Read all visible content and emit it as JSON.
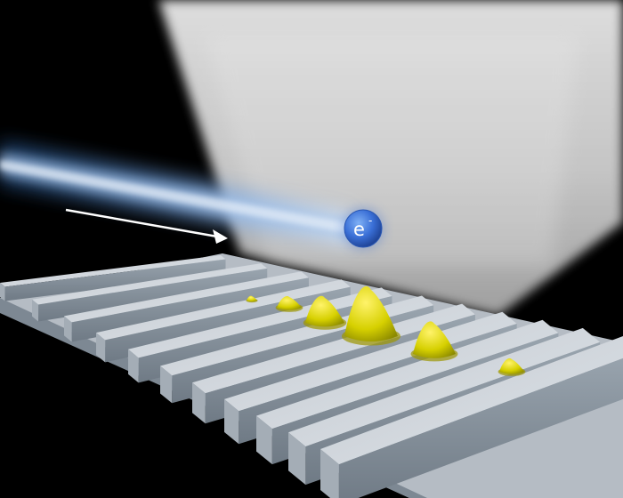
{
  "electron": {
    "symbol": "e",
    "charge": "-",
    "color": "#3a6fd6",
    "label_color": "#ffffff"
  },
  "colors": {
    "background": "#000000",
    "light_cone": "#cfcfcf",
    "beam": "#5a8fd0",
    "grating_top": "#d8dde3",
    "grating_side": "#8e99a4",
    "wave": "#d6d000"
  },
  "arrow": {
    "color": "#ffffff"
  },
  "grating": {
    "ridge_count": 11
  },
  "wave_packets": {
    "count": 6
  }
}
